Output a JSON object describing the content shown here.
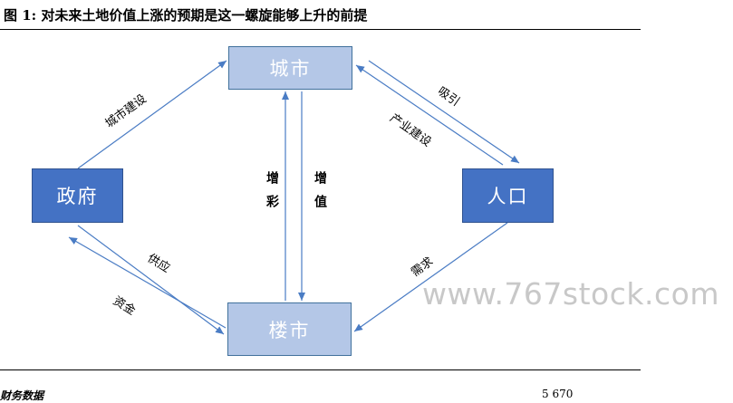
{
  "title": "图 1: 对未来土地价值上涨的预期是这一螺旋能够上升的前提",
  "nodes": {
    "city": "城市",
    "housing": "楼市",
    "government": "政府",
    "population": "人口"
  },
  "edges": {
    "gov_to_city": "城市建设",
    "city_to_pop": "吸引",
    "pop_to_city": "产业建设",
    "pop_to_housing": "需求",
    "housing_to_gov_supply": "供应",
    "gov_to_housing_funds": "资金",
    "housing_to_city_gain": "增彩",
    "city_to_housing_value": "增值"
  },
  "watermark": "www.767stock.com",
  "footer": {
    "left": "财务数据",
    "right": "5   670"
  },
  "colors": {
    "light_box": "#b4c7e7",
    "dark_box": "#4472c4",
    "arrow": "#4a7cc4"
  }
}
